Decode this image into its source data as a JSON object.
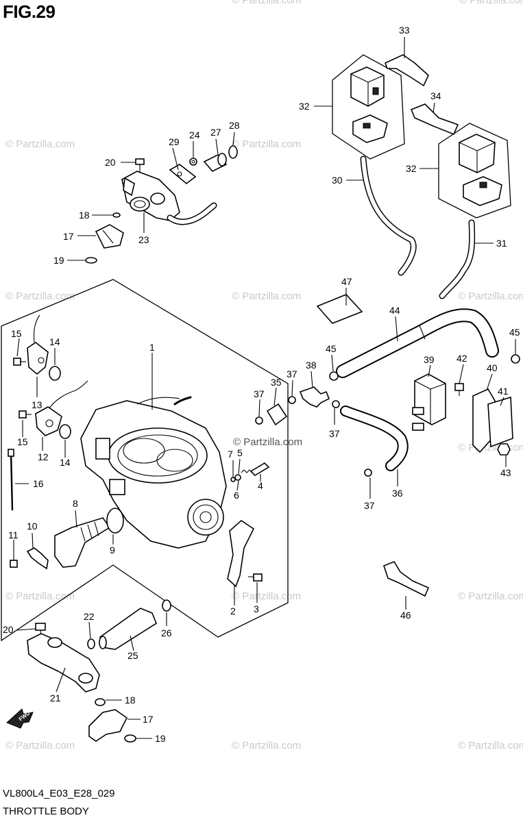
{
  "figure": {
    "title": "FIG.29",
    "code": "VL800L4_E03_E28_029",
    "name": "THROTTLE BODY",
    "fwd_label": "FWD"
  },
  "watermark": {
    "text": "© Partzilla.com",
    "bold_text": "© Partzilla.com"
  },
  "callouts": {
    "c1": "1",
    "c2": "2",
    "c3": "3",
    "c4": "4",
    "c5": "5",
    "c6": "6",
    "c7": "7",
    "c8": "8",
    "c9": "9",
    "c10": "10",
    "c11": "11",
    "c12": "12",
    "c13": "13",
    "c14a": "14",
    "c14b": "14",
    "c15a": "15",
    "c15b": "15",
    "c16": "16",
    "c17a": "17",
    "c17b": "17",
    "c18a": "18",
    "c18b": "18",
    "c19a": "19",
    "c19b": "19",
    "c20a": "20",
    "c20b": "20",
    "c21": "21",
    "c22": "22",
    "c23": "23",
    "c24": "24",
    "c25": "25",
    "c26": "26",
    "c27": "27",
    "c28": "28",
    "c29": "29",
    "c30": "30",
    "c31": "31",
    "c32a": "32",
    "c32b": "32",
    "c33": "33",
    "c34": "34",
    "c35": "35",
    "c36": "36",
    "c37a": "37",
    "c37b": "37",
    "c37c": "37",
    "c37d": "37",
    "c38": "38",
    "c39": "39",
    "c40": "40",
    "c41": "41",
    "c42": "42",
    "c43": "43",
    "c44": "44",
    "c45a": "45",
    "c45b": "45",
    "c46": "46",
    "c47": "47"
  }
}
